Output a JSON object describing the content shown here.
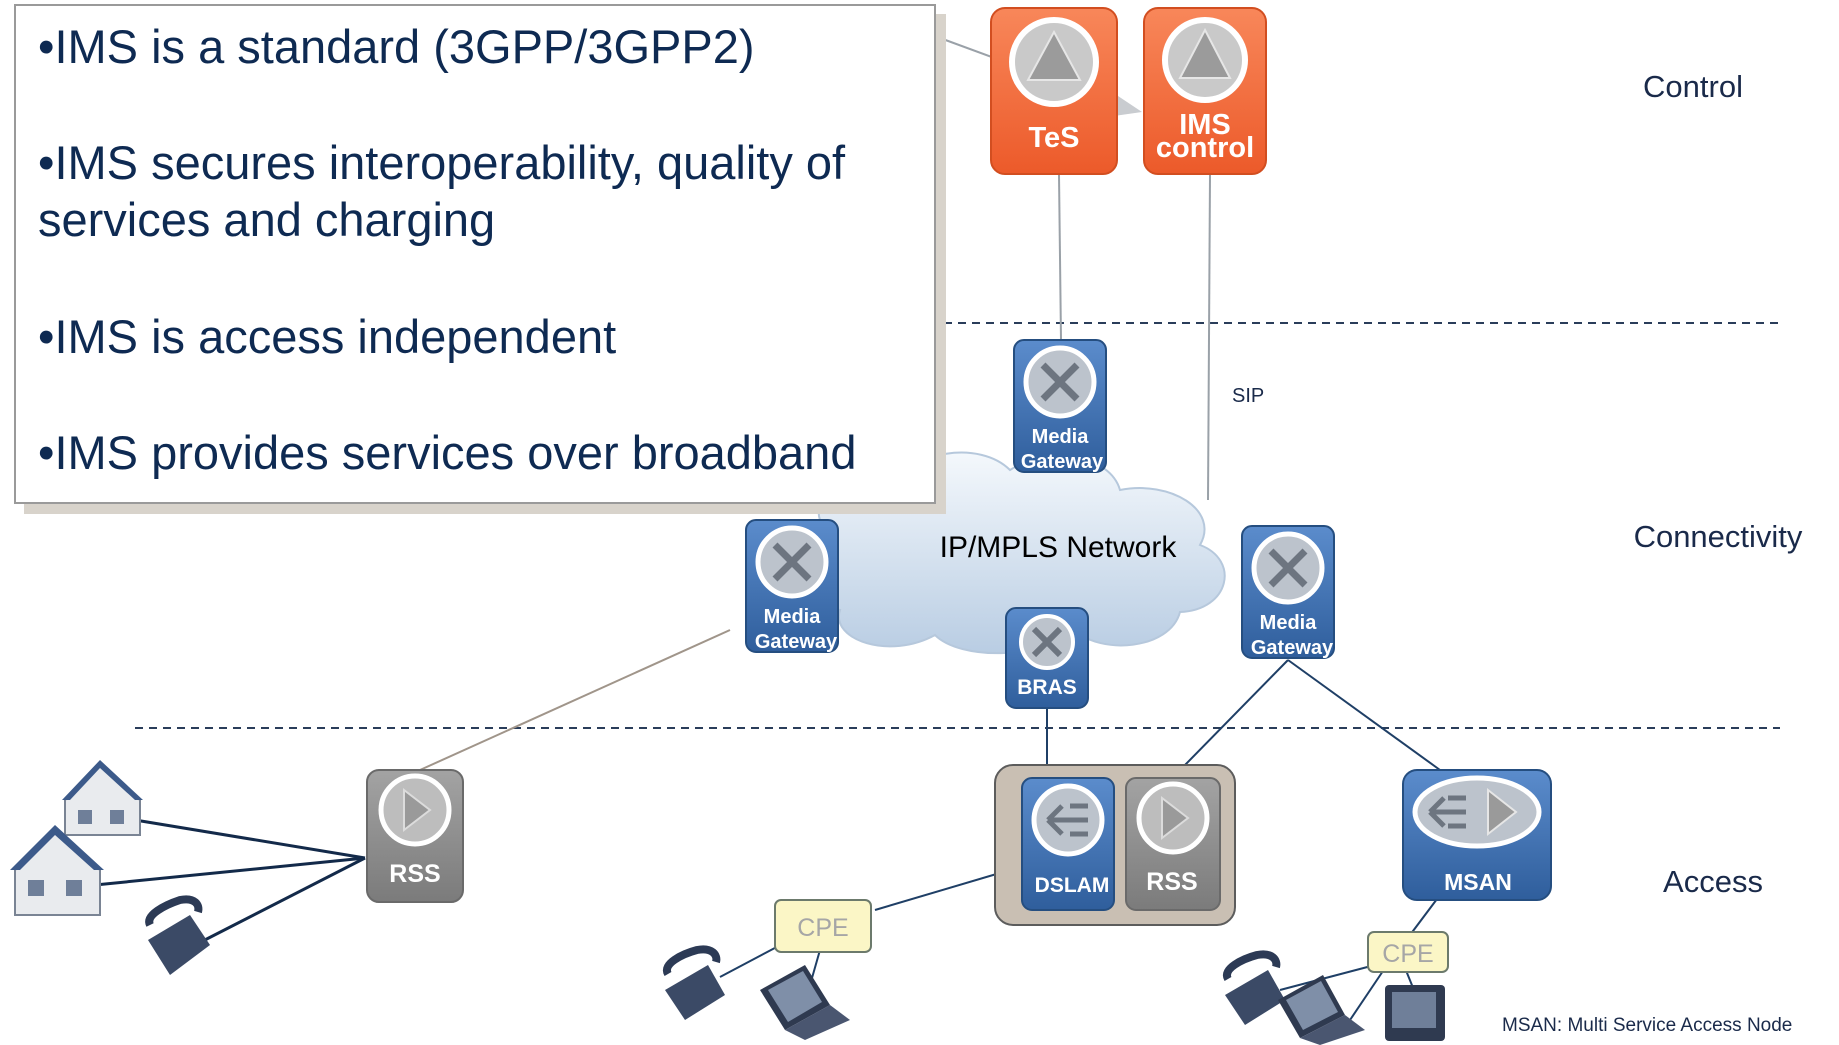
{
  "bullets": [
    "•IMS is a standard (3GPP/3GPP2)",
    "•IMS secures interoperability, quality of services and charging",
    "•IMS is access independent",
    "•IMS provides services over broadband"
  ],
  "layers": {
    "control": "Control",
    "connectivity": "Connectivity",
    "access": "Access"
  },
  "nodes": {
    "tes": "TeS",
    "ims_control_line1": "IMS",
    "ims_control_line2": "control",
    "mg_top_line1": "Media",
    "mg_top_line2": "Gateway",
    "mg_left_line1": "Media",
    "mg_left_line2": "Gateway",
    "mg_right_line1": "Media",
    "mg_right_line2": "Gateway",
    "bras": "BRAS",
    "rss_left": "RSS",
    "dslam": "DSLAM",
    "rss_mid": "RSS",
    "msan": "MSAN",
    "cpe_mid": "CPE",
    "cpe_right": "CPE"
  },
  "cloud_label": "IP/MPLS Network",
  "sip_label": "SIP",
  "footnote": "MSAN: Multi Service Access Node",
  "colors": {
    "control_orange": "#f26b3a",
    "blue_node": "#3d6fae",
    "grey_node": "#8a8a8a",
    "text_navy": "#0e2a52"
  }
}
